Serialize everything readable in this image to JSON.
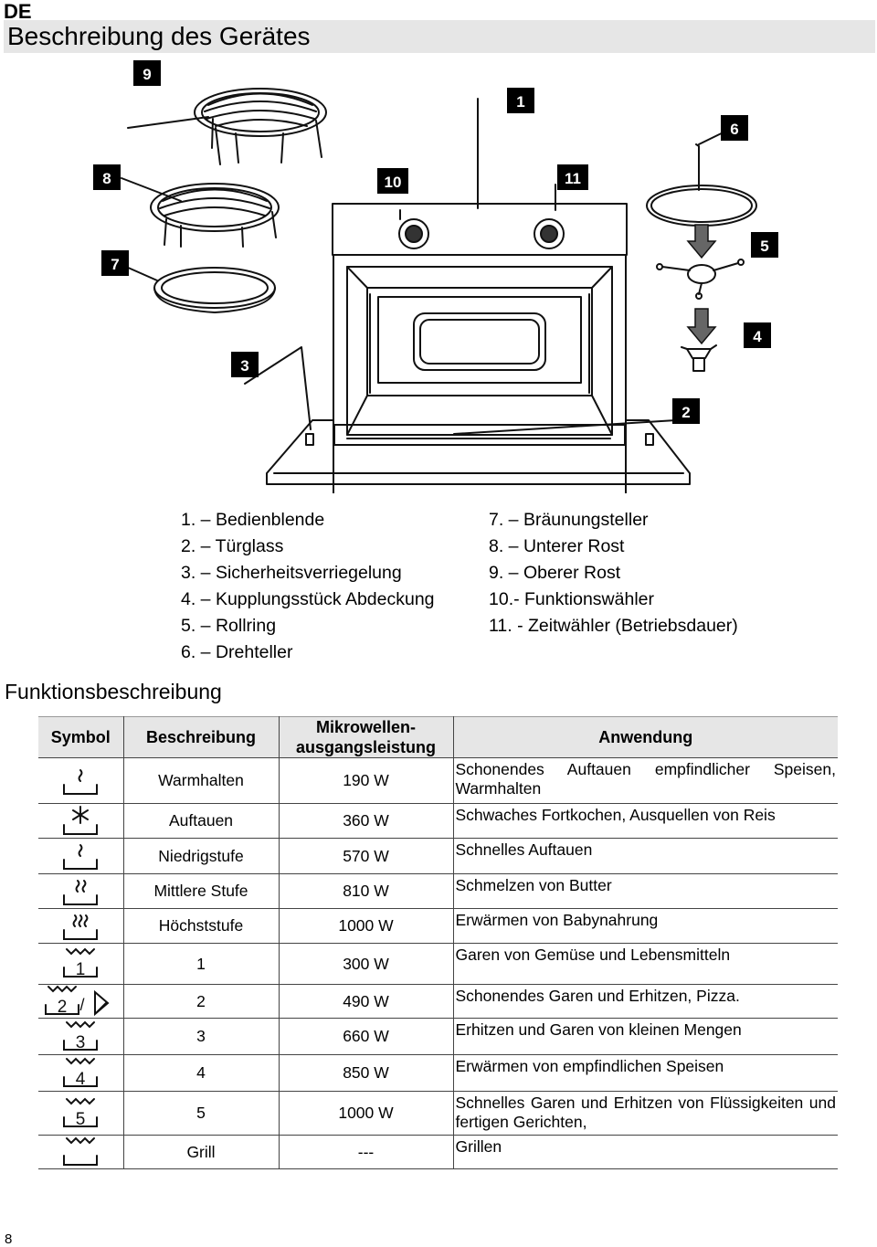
{
  "header": {
    "lang": "DE",
    "title": "Beschreibung des Gerätes"
  },
  "diagram": {
    "callouts": [
      "1",
      "2",
      "3",
      "4",
      "5",
      "6",
      "7",
      "8",
      "9",
      "10",
      "11"
    ]
  },
  "parts_left": [
    "1. – Bedienblende",
    "2. – Türglass",
    "3. – Sicherheitsverriegelung",
    "4. – Kupplungsstück Abdeckung",
    "5. – Rollring",
    "6. – Drehteller"
  ],
  "parts_right": [
    "7. – Bräunungsteller",
    "8. – Unterer Rost",
    "9. – Oberer Rost",
    "10.- Funktionswähler",
    "11. - Zeitwähler (Betriebsdauer)"
  ],
  "section_title": "Funktionsbeschreibung",
  "table": {
    "headers": {
      "symbol": "Symbol",
      "beschreibung": "Beschreibung",
      "leistung": "Mikrowellen-\nausgangsleistung",
      "anwendung": "Anwendung"
    },
    "rows": [
      {
        "icon": "microwave-wave-1-icon",
        "beschreibung": "Warmhalten",
        "leistung": "190 W",
        "anwendung": "Schonendes Auftauen empfindlicher Speisen, Warmhalten"
      },
      {
        "icon": "defrost-snowflake-icon",
        "beschreibung": "Auftauen",
        "leistung": "360 W",
        "anwendung": "Schwaches Fortkochen, Ausquellen von Reis"
      },
      {
        "icon": "microwave-wave-1-icon",
        "beschreibung": "Niedrigstufe",
        "leistung": "570 W",
        "anwendung": "Schnelles Auftauen"
      },
      {
        "icon": "microwave-wave-2-icon",
        "beschreibung": "Mittlere Stufe",
        "leistung": "810 W",
        "anwendung": "Schmelzen von Butter"
      },
      {
        "icon": "microwave-wave-3-icon",
        "beschreibung": "Höchststufe",
        "leistung": "1000 W",
        "anwendung": "Erwärmen von Babynahrung"
      },
      {
        "icon": "combi-grill-icon",
        "sym_num": "1",
        "beschreibung": "1",
        "leistung": "300 W",
        "anwendung": "Garen von Gemüse und Lebensmitteln"
      },
      {
        "icon": "combi-grill-pizza-icon",
        "sym_num": "2",
        "sym_sep": "/",
        "beschreibung": "2",
        "leistung": "490 W",
        "anwendung": "Schonendes Garen und Erhitzen, Pizza."
      },
      {
        "icon": "combi-grill-icon",
        "sym_num": "3",
        "beschreibung": "3",
        "leistung": "660 W",
        "anwendung": "Erhitzen und Garen von kleinen Mengen"
      },
      {
        "icon": "combi-grill-icon",
        "sym_num": "4",
        "beschreibung": "4",
        "leistung": "850 W",
        "anwendung": "Erwärmen von empfindlichen Speisen"
      },
      {
        "icon": "combi-grill-icon",
        "sym_num": "5",
        "beschreibung": "5",
        "leistung": "1000 W",
        "anwendung": "Schnelles Garen und Erhitzen von Flüssigkeiten und fertigen Gerichten,"
      },
      {
        "icon": "grill-icon",
        "beschreibung": "Grill",
        "leistung": "---",
        "anwendung": "Grillen"
      }
    ]
  },
  "page_number": "8"
}
